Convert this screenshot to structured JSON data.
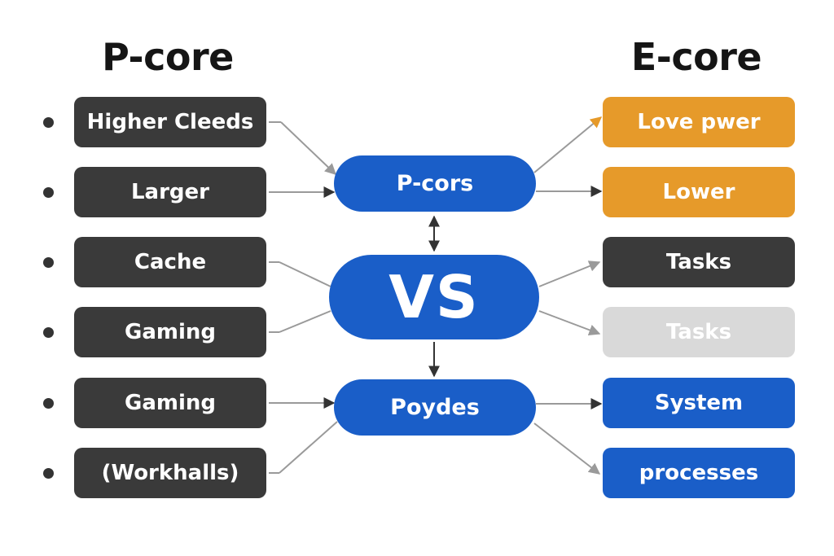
{
  "diagram": {
    "left_heading": "P-core",
    "right_heading": "E-core",
    "left_items": [
      {
        "label": "Higher Cleeds"
      },
      {
        "label": "Larger"
      },
      {
        "label": "Cache"
      },
      {
        "label": "Gaming"
      },
      {
        "label": "Gaming"
      },
      {
        "label": "(Workhalls)"
      }
    ],
    "right_items": [
      {
        "label": "Love pwer",
        "color": "#e69a2a"
      },
      {
        "label": "Lower",
        "color": "#e69a2a"
      },
      {
        "label": "Tasks",
        "color": "#3a3a3a"
      },
      {
        "label": "Tasks",
        "color": "#d9d9d9"
      },
      {
        "label": "System",
        "color": "#1a5ec8"
      },
      {
        "label": "processes",
        "color": "#1a5ec8"
      }
    ],
    "center_top": "P-cors",
    "center_middle": "VS",
    "center_bottom": "Poydes"
  },
  "colors": {
    "left_box": "#3a3a3a",
    "center": "#1a5ec8",
    "connector": "#9a9a9a"
  }
}
